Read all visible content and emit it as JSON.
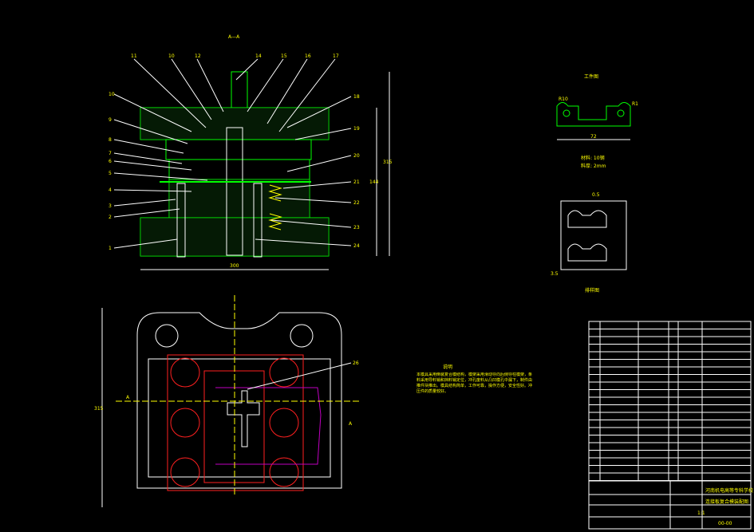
{
  "colors": {
    "background": "#000000",
    "outline": "#00ff00",
    "annotation": "#ffff00",
    "table_lines": "#ffffff",
    "centerline": "#ff2020",
    "strip_outline": "#c000c0"
  },
  "section_label": "A—A",
  "section_marker_a": "A",
  "section_marker_b": "A",
  "leader_numbers_top": [
    "11",
    "10",
    "12",
    "14",
    "15",
    "16",
    "17"
  ],
  "leader_numbers_left": [
    "10",
    "9",
    "8",
    "7",
    "6",
    "5",
    "4",
    "3",
    "2",
    "1"
  ],
  "leader_numbers_right": [
    "18",
    "19",
    "20",
    "21",
    "22",
    "23",
    "24"
  ],
  "dims": {
    "overall_width": "300",
    "overall_height": "315",
    "inner_height": "144",
    "plan_height": "315",
    "plan_tag": "26"
  },
  "part_view": {
    "title": "工件图",
    "dim_left": "R10",
    "dim_right": "R1",
    "dim_bottom": "72",
    "material": "材料: 10钢",
    "thickness": "料厚: 2mm"
  },
  "strip_view": {
    "dim_top": "0.5",
    "dim_side": "3.5",
    "label": "排样图"
  },
  "notes": {
    "title": "说明",
    "body": "本模具采用倒装复合模结构，模架采用滑动导向后侧导柱模架，条料采用导料销和挡料销定位，冲孔废料从凸凹模孔中漏下，制件由推件块推出。模具结构简单，工作可靠，操作方便，安全性好。冲压件的质量较好。"
  },
  "bom_rows": 21,
  "title_block": {
    "school": "河南机电高等专科学校",
    "drawing_name": "连接板复合模装配图",
    "scale": "1:1",
    "drawing_no": "00-00"
  }
}
